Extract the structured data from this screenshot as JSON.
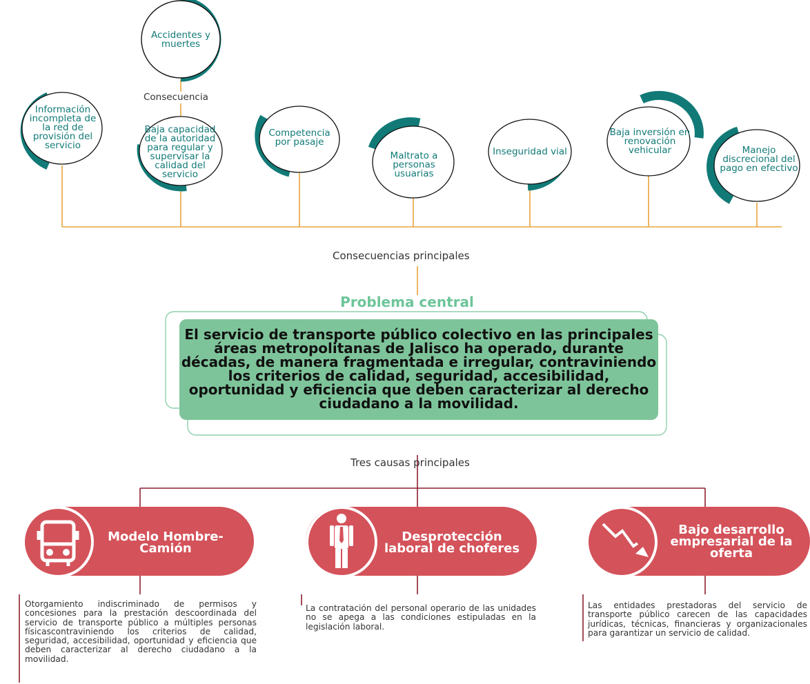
{
  "consequences": {
    "top_bubble": "Accidentes y muertes",
    "link_label": "Consecuencia",
    "items": [
      "Información incompleta de la red de provisión del servicio",
      "Baja capacidad de la autoridad para regular y supervisar la calidad del servicio",
      "Competencia por pasaje",
      "Maltrato a personas usuarias",
      "Inseguridad vial",
      "Baja inversión en renovación vehicular",
      "Manejo discrecional del pago en efectivo"
    ],
    "bar_label": "Consecuencias principales"
  },
  "central": {
    "title": "Problema central",
    "text": "El servicio de transporte público colectivo en las principales áreas metropolitanas de Jalisco ha operado, durante décadas, de manera fragmentada e irregular, contraviniendo los criterios de calidad, seguridad, accesibilidad, oportunidad y eficiencia que deben caracterizar al derecho ciudadano a la movilidad."
  },
  "causes": {
    "label": "Tres causas principales",
    "items": [
      {
        "title": "Modelo Hombre-Camión",
        "icon": "bus-icon",
        "description": "Otorgamiento indiscriminado de permisos y concesiones para la prestación descoordinada del servicio de transporte público a múltiples personas físicascontraviniendo los criterios de calidad, seguridad, accesibilidad, oportunidad y eficiencia que deben caracterizar al derecho ciudadano a la movilidad."
      },
      {
        "title": "Desprotección laboral de choferes",
        "icon": "worker-icon",
        "description": "La contratación del personal operario de las unidades no se apega a las condiciones estipuladas en la legislación laboral."
      },
      {
        "title": "Bajo desarrollo empresarial de la oferta",
        "icon": "declining-chart-icon",
        "description": "Las entidades prestadoras del servicio de transporte público carecen de las capacidades jurídicas, técnicas, financieras y organizacionales para garantizar un servicio de calidad."
      }
    ]
  },
  "colors": {
    "teal": "#117a77",
    "orange_line": "#e8a43a",
    "green_box": "#7ec49a",
    "red": "#d4525a",
    "maroon_line": "#8c1f2e"
  }
}
